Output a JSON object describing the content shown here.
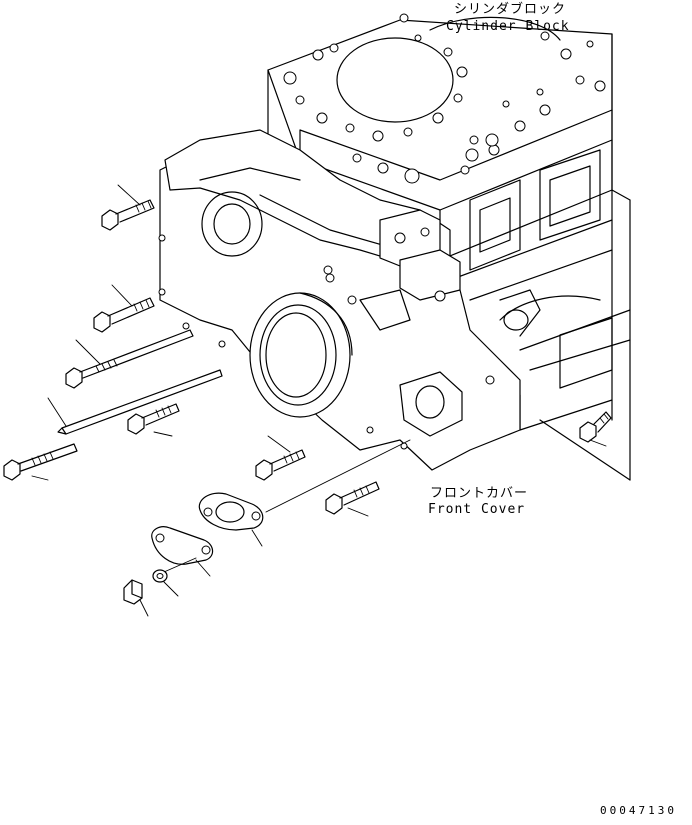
{
  "labels": {
    "cylinder_block_jp": "シリンダブロック",
    "cylinder_block_en": "Cylinder Block",
    "front_cover_jp": "フロントカバー",
    "front_cover_en": "Front Cover"
  },
  "drawing_code": "00047130"
}
